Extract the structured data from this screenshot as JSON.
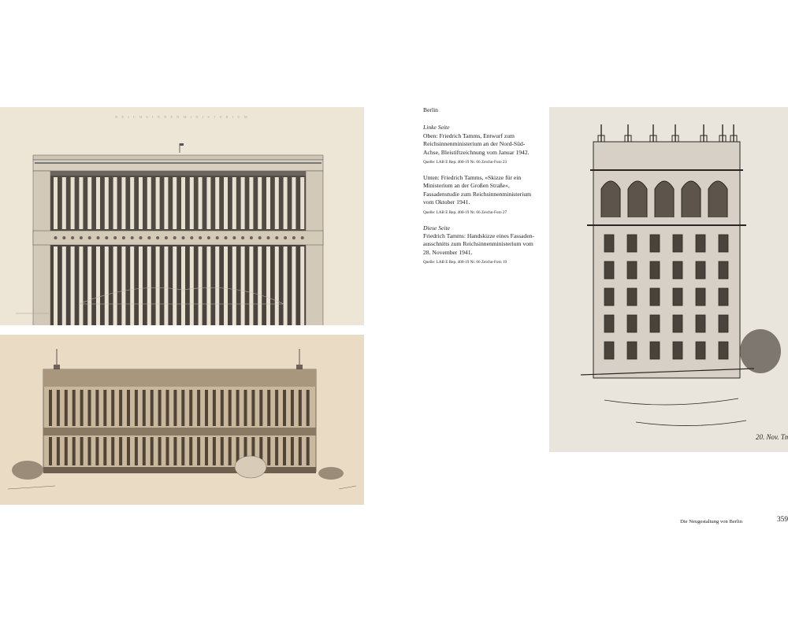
{
  "images": {
    "top": {
      "title_inscription": "R E I C H S I N N E N M I N I S T E R I U M"
    },
    "bottom": {},
    "right": {
      "signature": "20. Nov. Tm."
    }
  },
  "caption": {
    "city": "Berlin",
    "left_page": {
      "heading": "Linke Seite",
      "entries": [
        {
          "text": "Oben: Friedrich Tamms, Entwurf zum Reichsinnenministerium an der Nord-Süd-Achse, Bleistiftzeichnung vom Januar 1942.",
          "source": "Quelle: LAB E Rep. 400-19 Nr. 66 Zeichn-Foto 23"
        },
        {
          "text": "Unten: Friedrich Tamms, »Skizze für ein Ministerium an der Großen Straße«, Fassadenstudie zum Reichsinnenministerium vom Oktober 1941.",
          "source": "Quelle: LAB E Rep. 400-19 Nr. 66 Zeichn-Foto 27"
        }
      ]
    },
    "this_page": {
      "heading": "Diese Seite",
      "entries": [
        {
          "text": "Friedrich Tamms: Handskizze eines Fassaden­ausschnitts zum Reichsinnenministerium vom 28. November 1941.",
          "source": "Quelle: LAB E Rep. 400-19 Nr. 66 Zeichn-Foto 19"
        }
      ]
    }
  },
  "footer": {
    "running_title": "Die Neugestaltung von Berlin",
    "page_number": "359"
  },
  "colors": {
    "paper_top": "#ede5d5",
    "paper_bottom": "#eadcc4",
    "paper_right": "#e9e5dd",
    "ink": "#2b2622"
  }
}
